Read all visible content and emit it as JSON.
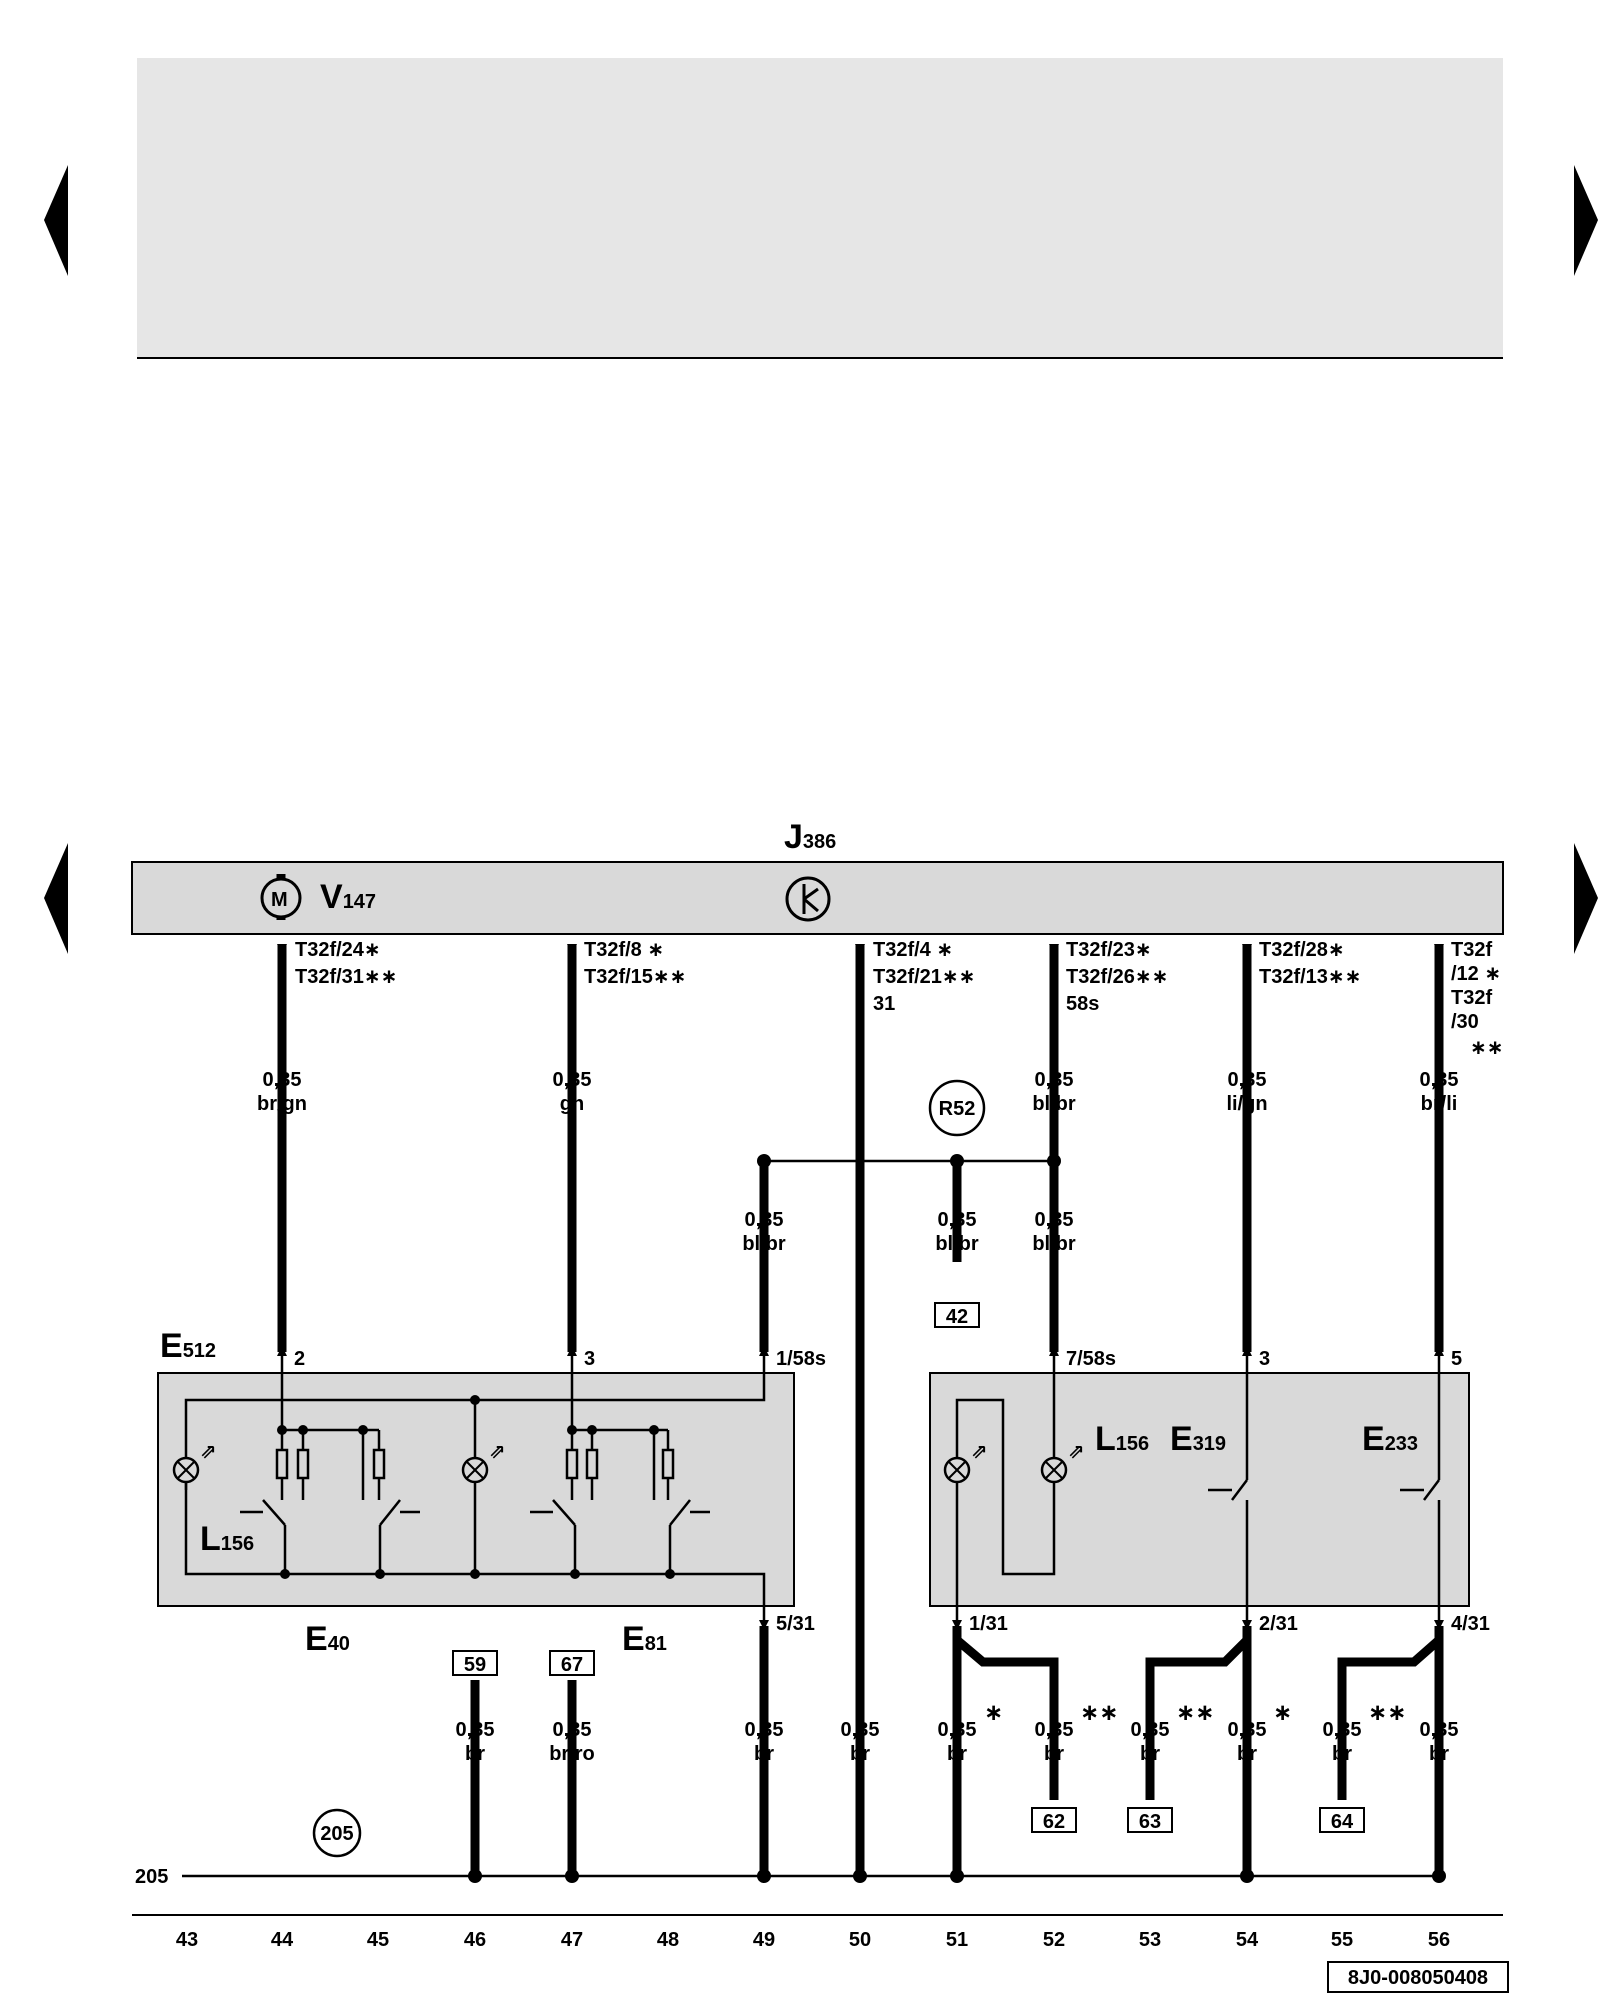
{
  "nav": {
    "prev": "previous-page",
    "next": "next-page"
  },
  "control_unit": {
    "name": "J",
    "sub": "386"
  },
  "motor": {
    "symbol": "M",
    "name": "V",
    "sub": "147"
  },
  "connectors": {
    "c44": [
      "T32f/24∗",
      "T32f/31∗∗"
    ],
    "c47": [
      "T32f/8 ∗",
      "T32f/15∗∗"
    ],
    "c50": [
      "T32f/4 ∗",
      "T32f/21∗∗",
      "31"
    ],
    "c52": [
      "T32f/23∗",
      "T32f/26∗∗",
      "58s"
    ],
    "c54": [
      "T32f/28∗",
      "T32f/13∗∗"
    ],
    "c56": [
      "T32f",
      "/12 ∗",
      "T32f",
      "/30",
      "∗∗"
    ]
  },
  "wires": {
    "w44": [
      "0,35",
      "br/gn"
    ],
    "w47": [
      "0,35",
      "gn"
    ],
    "w52": [
      "0,35",
      "bl/br"
    ],
    "w54": [
      "0,35",
      "li/gn"
    ],
    "w56": [
      "0,35",
      "br/li"
    ],
    "w49m": [
      "0,35",
      "bl/br"
    ],
    "w51m": [
      "0,35",
      "bl/br"
    ],
    "w52m": [
      "0,35",
      "bl/br"
    ],
    "b46": [
      "0,35",
      "br"
    ],
    "b47": [
      "0,35",
      "br/ro"
    ],
    "b49": [
      "0,35",
      "br"
    ],
    "b50": [
      "0,35",
      "br"
    ],
    "b51": [
      "0,35",
      "br"
    ],
    "b52": [
      "0,35",
      "br"
    ],
    "b53": [
      "0,35",
      "br"
    ],
    "b54": [
      "0,35",
      "br"
    ],
    "b55": [
      "0,35",
      "br"
    ],
    "b56": [
      "0,35",
      "br"
    ]
  },
  "stars": {
    "s51": "∗",
    "s52": "∗∗",
    "s53": "∗∗",
    "s54": "∗",
    "s55": "∗∗"
  },
  "connection": {
    "r52": "R52",
    "g205": "205",
    "ground_line": "205"
  },
  "refs": {
    "r42": "42",
    "r59": "59",
    "r67": "67",
    "r62": "62",
    "r63": "63",
    "r64": "64"
  },
  "pins": {
    "e512_2": "2",
    "e512_3": "3",
    "e512_158s": "1/58s",
    "e512_531": "5/31",
    "r_758s": "7/58s",
    "r_3": "3",
    "r_5": "5",
    "r_131": "1/31",
    "r_231": "2/31",
    "r_431": "4/31"
  },
  "components": {
    "E512": {
      "name": "E",
      "sub": "512"
    },
    "E40": {
      "name": "E",
      "sub": "40"
    },
    "E81": {
      "name": "E",
      "sub": "81"
    },
    "L156a": {
      "name": "L",
      "sub": "156"
    },
    "L156b": {
      "name": "L",
      "sub": "156"
    },
    "E319": {
      "name": "E",
      "sub": "319"
    },
    "E233": {
      "name": "E",
      "sub": "233"
    }
  },
  "columns": [
    "43",
    "44",
    "45",
    "46",
    "47",
    "48",
    "49",
    "50",
    "51",
    "52",
    "53",
    "54",
    "55",
    "56"
  ],
  "doc_number": "8J0-008050408",
  "colors": {
    "module_fill": "#d9d9d9",
    "header_fill": "#e6e6e6",
    "ink": "#000000"
  }
}
